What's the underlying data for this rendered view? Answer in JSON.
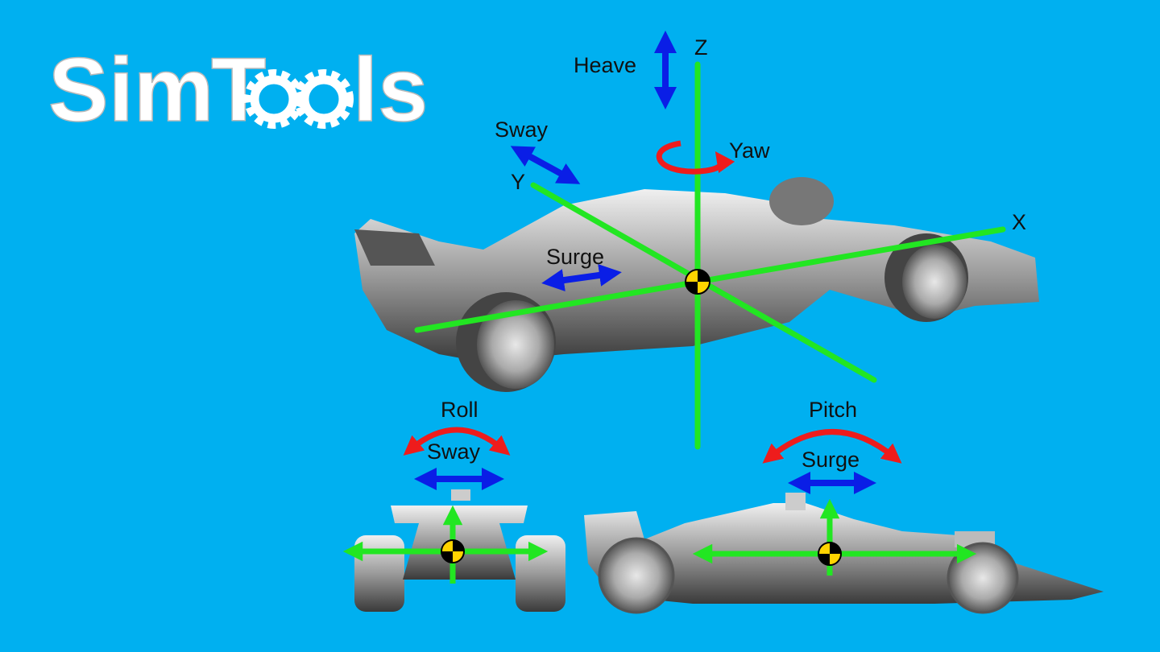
{
  "logo": {
    "part1": "Sim",
    "part2": "T",
    "part3": "ls",
    "full": "SimTools"
  },
  "main_view": {
    "axes": {
      "x": "X",
      "y": "Y",
      "z": "Z"
    },
    "labels": {
      "heave": "Heave",
      "sway": "Sway",
      "yaw": "Yaw",
      "surge": "Surge"
    }
  },
  "rear_view": {
    "labels": {
      "roll": "Roll",
      "sway": "Sway"
    }
  },
  "side_view": {
    "labels": {
      "pitch": "Pitch",
      "surge": "Surge"
    }
  },
  "colors": {
    "background": "#00b0f0",
    "axis": "#22e622",
    "translation": "#0a1ee6",
    "rotation": "#ee1c1c"
  }
}
